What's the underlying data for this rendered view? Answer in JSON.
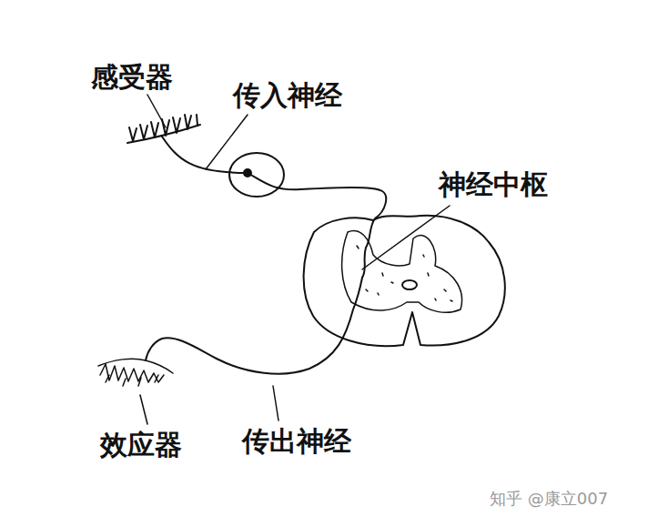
{
  "diagram": {
    "labels": [
      "感受器",
      "传入神经",
      "神经中枢",
      "效应器",
      "传出神经",
      "知乎 @康立007"
    ]
  }
}
